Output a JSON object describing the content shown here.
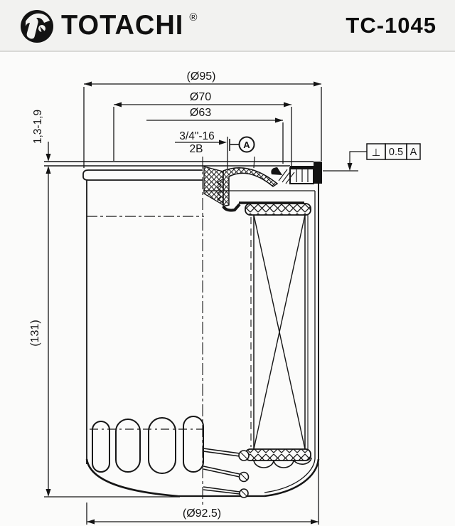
{
  "header": {
    "brand": "TOTACHI",
    "registered": "®",
    "part_number": "TC-1045"
  },
  "drawing": {
    "dim_flange_diameter": "(Ø95)",
    "dim_seat_diameter": "Ø70",
    "dim_inner_diameter": "Ø63",
    "dim_thread": "3/4\"-16",
    "dim_thread_class": "2B",
    "datum_label": "A",
    "tolerance": {
      "symbol": "⊥",
      "value": "0.5",
      "datum": "A"
    },
    "dim_gasket_height": "1,3-1,9",
    "dim_body_height": "(131)",
    "dim_body_diameter": "(Ø92.5)"
  }
}
